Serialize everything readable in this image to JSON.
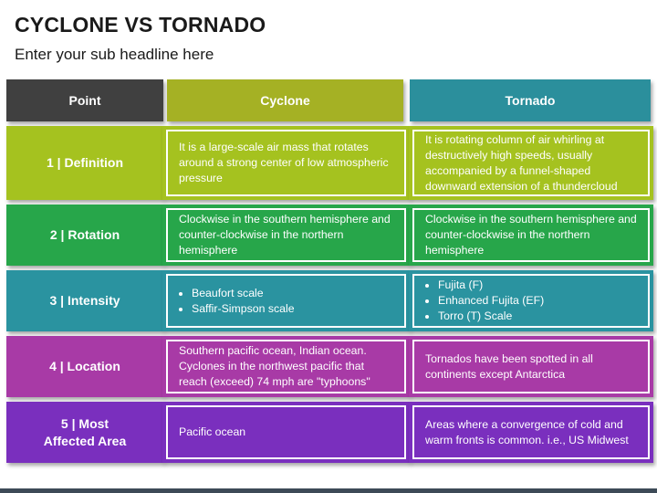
{
  "title": "CYCLONE VS TORNADO",
  "subtitle": "Enter your sub headline here",
  "headers": {
    "point": "Point",
    "cyclone": "Cyclone",
    "tornado": "Tornado"
  },
  "colors": {
    "header_point": "#404040",
    "header_cyclone": "#a5b124",
    "header_tornado": "#2b8f9c",
    "row1": "#a5c21f",
    "row2": "#27a64a",
    "row3": "#2a93a0",
    "row4": "#a83aa6",
    "row5": "#7a2fbe"
  },
  "rows": [
    {
      "label": "1 | Definition",
      "cyclone": "It is a large-scale air mass that rotates around a strong center of low atmospheric pressure",
      "tornado": "It is rotating column of air whirling at destructively high speeds, usually accompanied by a funnel-shaped downward extension of a thundercloud"
    },
    {
      "label": "2 | Rotation",
      "cyclone": "Clockwise in the southern hemisphere and counter-clockwise in the northern hemisphere",
      "tornado": "Clockwise in the southern hemisphere and counter-clockwise in the northern hemisphere"
    },
    {
      "label": "3 | Intensity",
      "cyclone_bullets": [
        "Beaufort scale",
        "Saffir-Simpson scale"
      ],
      "tornado_bullets": [
        "Fujita (F)",
        "Enhanced Fujita (EF)",
        "Torro (T) Scale"
      ]
    },
    {
      "label": "4 | Location",
      "cyclone": "Southern pacific ocean, Indian ocean. Cyclones in the northwest pacific that reach (exceed) 74 mph are \"typhoons\"",
      "tornado": "Tornados have been spotted in all continents except Antarctica"
    },
    {
      "label_line1": "5 | Most",
      "label_line2": "Affected Area",
      "cyclone": "Pacific ocean",
      "tornado": "Areas where a convergence of cold and warm fronts is common. i.e., US Midwest"
    }
  ]
}
